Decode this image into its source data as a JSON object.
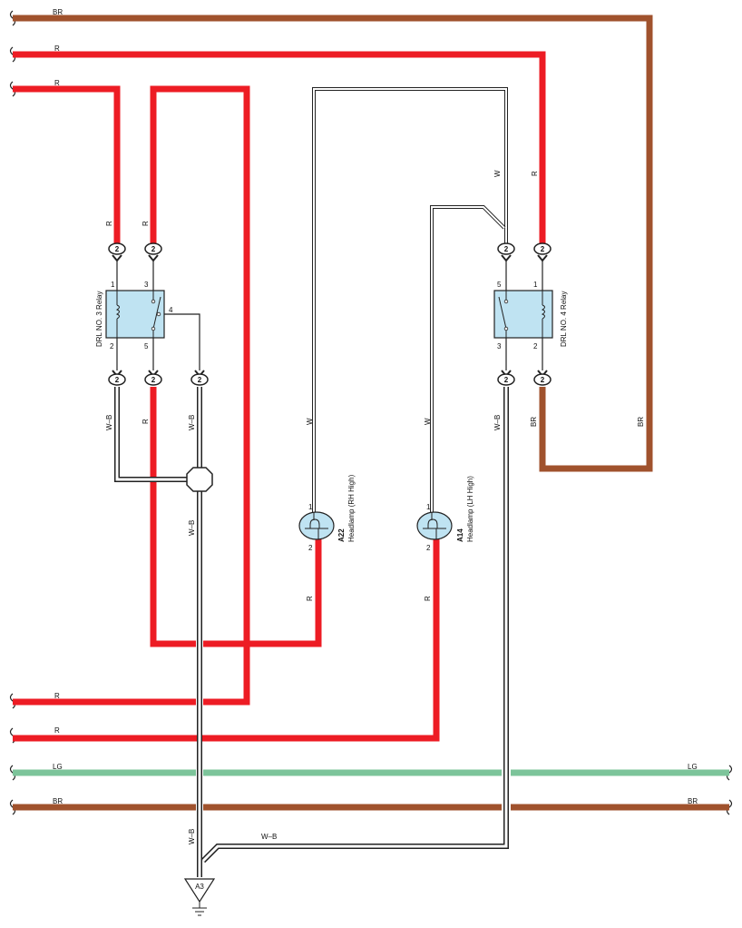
{
  "colors": {
    "red": "#ED1C24",
    "brown": "#A0522D",
    "light_green": "#7CC49A",
    "relay_fill": "#BFE3F2",
    "headlamp_fill": "#BFE3F2",
    "white_wire": "#ffffff",
    "wire_outline": "#222222"
  },
  "wire_labels": {
    "br_top": "BR",
    "r_top1": "R",
    "r_top2": "R",
    "r_relay3_pin1": "R",
    "r_relay3_pin3": "R",
    "w_relay4_pin5": "W",
    "r_relay4_pin1": "R",
    "wb_relay3_pin2": "W–B",
    "r_relay3_pin5": "R",
    "wb_relay3_pin4": "W–B",
    "w_rh_headlamp": "W",
    "w_lh_headlamp": "W",
    "wb_relay4_pin3": "W–B",
    "br_relay4_pin2": "BR",
    "br_right_vertical": "BR",
    "wb_ground_trunk": "W–B",
    "r_rh_headlamp_out": "R",
    "r_lh_headlamp_out": "R",
    "r_bottom1": "R",
    "r_bottom2": "R",
    "lg_left": "LG",
    "lg_right": "LG",
    "br_bottom_left": "BR",
    "br_bottom_right": "BR",
    "wb_ground_vertical": "W–B",
    "wb_ground_diag": "W–B"
  },
  "connector_label": "2",
  "relay3": {
    "name": "DRL NO. 3 Relay",
    "pin_1": "1",
    "pin_2": "2",
    "pin_3": "3",
    "pin_4": "4",
    "pin_5": "5"
  },
  "relay4": {
    "name": "DRL NO. 4 Relay",
    "pin_1": "1",
    "pin_2": "2",
    "pin_3": "3",
    "pin_5": "5"
  },
  "headlamp_rh": {
    "code": "A22",
    "name": "Headlamp (RH High)",
    "pin_1": "1",
    "pin_2": "2"
  },
  "headlamp_lh": {
    "code": "A14",
    "name": "Headlamp (LH High)",
    "pin_1": "1",
    "pin_2": "2"
  },
  "ground": {
    "code": "A3"
  }
}
